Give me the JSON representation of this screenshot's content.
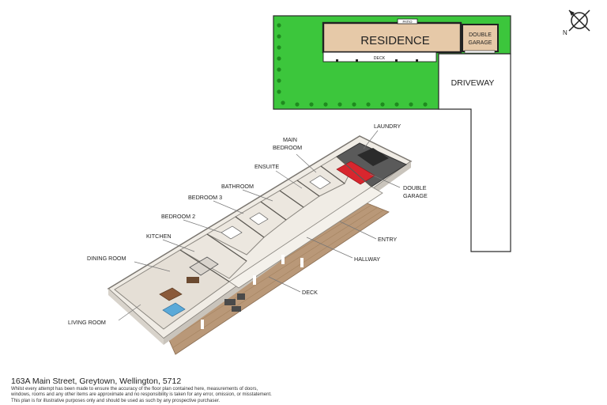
{
  "site_plan": {
    "residence": "RESIDENCE",
    "patio": "PATIO",
    "deck": "DECK",
    "double_garage": [
      "DOUBLE",
      "GARAGE"
    ],
    "driveway": "DRIVEWAY",
    "north": "N"
  },
  "rooms": {
    "laundry": "LAUNDRY",
    "main_bedroom": [
      "MAIN",
      "BEDROOM"
    ],
    "ensuite": "ENSUITE",
    "bathroom": "BATHROOM",
    "bedroom3": "BEDROOM 3",
    "bedroom2": "BEDROOM 2",
    "kitchen": "KITCHEN",
    "dining_room": "DINING ROOM",
    "living_room": "LIVING ROOM",
    "double_garage": [
      "DOUBLE",
      "GARAGE"
    ],
    "entry": "ENTRY",
    "hallway": "HALLWAY",
    "deck": "DECK"
  },
  "footer": {
    "address": "163A Main Street, Greytown, Wellington, 5712",
    "disclaimer_1": "Whilst every attempt has been made to ensure the accuracy of the floor plan contained here, measurements of doors,",
    "disclaimer_2": "windows, rooms and any other items are approximate and no responsibility is taken for any error, omission, or misstatement.",
    "disclaimer_3": "This plan is for illustrative purposes only and should be used as such by any prospective purchaser."
  },
  "colors": {
    "lawn": "#3cc63c",
    "hedge": "#1f8a1f",
    "residence": "#e6c9a8",
    "deck_wood": "#b99878",
    "floor": "#e9e4dc",
    "car": "#d8262e"
  }
}
